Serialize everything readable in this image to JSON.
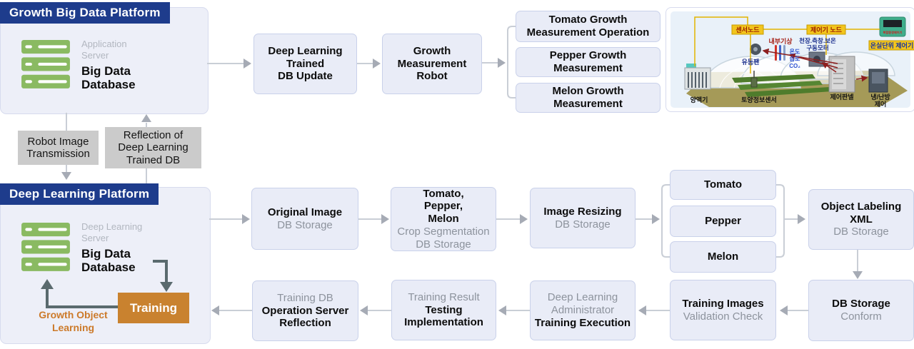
{
  "growth_platform": {
    "header": "Growth Big Data Platform",
    "server_role": [
      "Application",
      "Server"
    ],
    "server_name": [
      "Big Data",
      "Database"
    ]
  },
  "deep_platform": {
    "header": "Deep Learning Platform",
    "server_role": [
      "Deep Learning",
      "Server"
    ],
    "server_name": [
      "Big Data",
      "Database"
    ],
    "training_label": "Training",
    "growth_object": [
      "Growth Object",
      "Learning"
    ]
  },
  "transfer": {
    "robot": [
      "Robot Image",
      "Transmission"
    ],
    "reflection": [
      "Reflection of",
      "Deep Learning",
      "Trained DB"
    ]
  },
  "top": {
    "db_update": [
      "Deep Learning",
      "Trained",
      "DB Update"
    ],
    "robot": [
      "Growth",
      "Measurement",
      "Robot"
    ],
    "outputs": [
      "Tomato Growth Measurement Operation",
      "Pepper Growth Measurement",
      "Melon Growth Measurement"
    ]
  },
  "flow": {
    "original": {
      "bold": [
        "Original Image"
      ],
      "gray": [
        "DB Storage"
      ]
    },
    "crop_seg": {
      "bold": [
        "Tomato,",
        "Pepper,",
        "Melon"
      ],
      "gray": [
        "Crop Segmentation",
        "DB Storage"
      ]
    },
    "resizing": {
      "bold": [
        "Image Resizing"
      ],
      "gray": [
        "DB Storage"
      ]
    },
    "crops": [
      "Tomato",
      "Pepper",
      "Melon"
    ],
    "object_labeling": {
      "bold": [
        "Object Labeling",
        "XML"
      ],
      "gray": [
        "DB Storage"
      ]
    },
    "db_conform": {
      "bold": [
        "DB Storage"
      ],
      "gray": [
        "Conform"
      ]
    },
    "training_images": {
      "bold": [
        "Training Images"
      ],
      "gray": [
        "Validation Check"
      ]
    },
    "admin": {
      "gray": [
        "Deep Learning",
        "Administrator"
      ],
      "bold": [
        "Training Execution"
      ]
    },
    "testing": {
      "gray": [
        "Training Result"
      ],
      "bold": [
        "Testing",
        "Implementation"
      ]
    },
    "op_reflection": {
      "gray": [
        "Training DB"
      ],
      "bold": [
        "Operation Server",
        "Reflection"
      ]
    }
  },
  "greenhouse": {
    "sensor_node": "센서노드",
    "controller_node": "제어기 노드",
    "unit_controller": "온실단위 제어기",
    "device_label": "복합환경제어기",
    "inner_weather": "내부기상",
    "motor_line1": "천장.측창.보온",
    "motor_line2": "구동모터",
    "temp": "온도",
    "humidity": "습도",
    "co2": "CO₂",
    "fan": "유동팬",
    "nutrient": "양액기",
    "soil_sensor": "토양정보센서",
    "control_panel": "제어판넬",
    "hvac1": "냉/난방",
    "hvac2": "제어"
  },
  "colors": {
    "navy": "#1e3c8c",
    "box_fill": "#e9ecf7",
    "platform_fill": "#edeff8",
    "gray_label": "#cbcbcb",
    "server_green": "#8aba62",
    "training_orange": "#c9822f",
    "orange_text": "#cc7a2a",
    "slate_arrow": "#5a6a6e",
    "flow_line": "#c9ced6",
    "label_yellow": "#f2c51d"
  }
}
